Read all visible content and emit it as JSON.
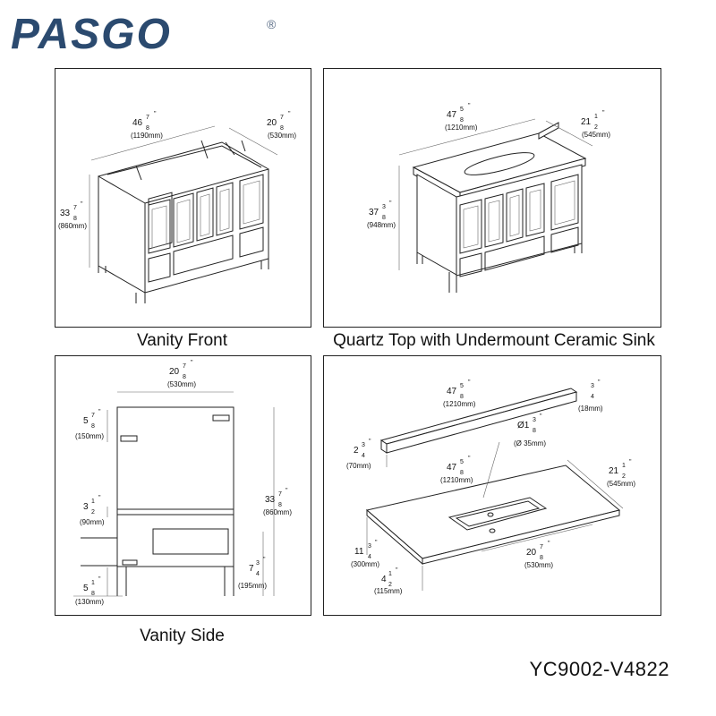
{
  "brand": {
    "name": "PASGO",
    "mark": "®",
    "color": "#2b4a6f",
    "accent": "#5a6d86"
  },
  "captions": {
    "front": "Vanity Front",
    "top": "Quartz Top with Undermount Ceramic Sink",
    "side": "Vanity Side"
  },
  "model": "YC9002-V4822",
  "front": {
    "width": {
      "whole": "46",
      "num": "7",
      "den": "8",
      "mark": "\"",
      "mm": "(1190mm)"
    },
    "depth": {
      "whole": "20",
      "num": "7",
      "den": "8",
      "mark": "\"",
      "mm": "(530mm)"
    },
    "height": {
      "whole": "33",
      "num": "7",
      "den": "8",
      "mark": "\"",
      "mm": "(860mm)"
    }
  },
  "top": {
    "width": {
      "whole": "47",
      "num": "5",
      "den": "8",
      "mark": "\"",
      "mm": "(1210mm)"
    },
    "depth": {
      "whole": "21",
      "num": "1",
      "den": "2",
      "mark": "\"",
      "mm": "(545mm)"
    },
    "height": {
      "whole": "37",
      "num": "3",
      "den": "8",
      "mark": "\"",
      "mm": "(948mm)"
    }
  },
  "side": {
    "depth": {
      "whole": "20",
      "num": "7",
      "den": "8",
      "mark": "\"",
      "mm": "(530mm)"
    },
    "upper": {
      "whole": "5",
      "num": "7",
      "den": "8",
      "mark": "\"",
      "mm": "(150mm)"
    },
    "mid": {
      "whole": "3",
      "num": "1",
      "den": "2",
      "mark": "\"",
      "mm": "(90mm)"
    },
    "height": {
      "whole": "33",
      "num": "7",
      "den": "8",
      "mark": "\"",
      "mm": "(860mm)"
    },
    "kick": {
      "whole": "7",
      "num": "3",
      "den": "4",
      "mark": "\"",
      "mm": "(195mm)"
    },
    "leg": {
      "whole": "5",
      "num": "1",
      "den": "8",
      "mark": "\"",
      "mm": "(130mm)"
    }
  },
  "slab": {
    "splash_len": {
      "whole": "47",
      "num": "5",
      "den": "8",
      "mark": "\"",
      "mm": "(1210mm)"
    },
    "splash_thk": {
      "whole": "",
      "num": "3",
      "den": "4",
      "mark": "\"",
      "mm": "(18mm)"
    },
    "splash_h": {
      "whole": "2",
      "num": "3",
      "den": "4",
      "mark": "\"",
      "mm": "(70mm)"
    },
    "drain": {
      "whole": "Ø1",
      "num": "3",
      "den": "8",
      "mark": "\"",
      "mm": "(Ø 35mm)"
    },
    "top_len": {
      "whole": "47",
      "num": "5",
      "den": "8",
      "mark": "\"",
      "mm": "(1210mm)"
    },
    "top_depth": {
      "whole": "21",
      "num": "1",
      "den": "2",
      "mark": "\"",
      "mm": "(545mm)"
    },
    "sink_off": {
      "whole": "11",
      "num": "3",
      "den": "4",
      "mark": "\"",
      "mm": "(300mm)"
    },
    "front_off": {
      "whole": "4",
      "num": "1",
      "den": "2",
      "mark": "\"",
      "mm": "(115mm)"
    },
    "center": {
      "whole": "20",
      "num": "7",
      "den": "8",
      "mark": "\"",
      "mm": "(530mm)"
    }
  }
}
